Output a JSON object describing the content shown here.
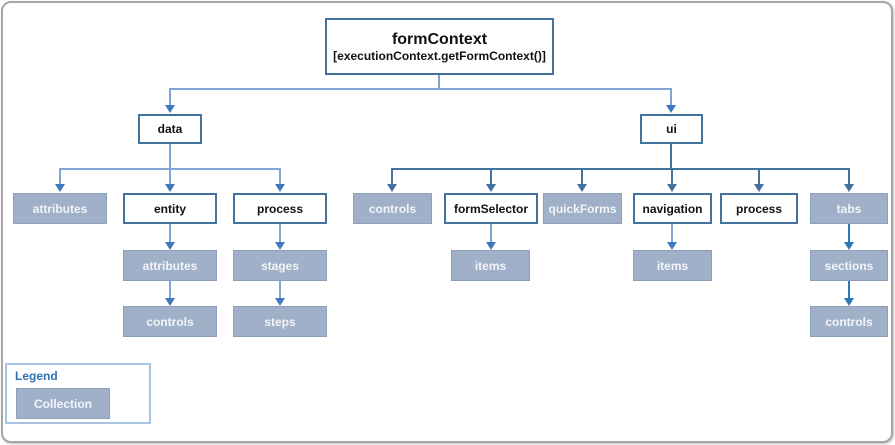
{
  "colors": {
    "canvasBorder": "#A6A6A6",
    "boxBorder": "#41719C",
    "collectionFill": "#9FB0C8",
    "collectionBorder": "#8C9FBB",
    "collectionText": "#F2F4F8",
    "lineLight": "#7EA5D6",
    "arrowLight": "#3E78C0",
    "lineDark": "#41719C",
    "lineMid": "#2E75B6",
    "legendBorder": "#A9C4E2",
    "legendTitle": "#2E74B5"
  },
  "root": {
    "title": "formContext",
    "subtitle": "[executionContext.getFormContext()]"
  },
  "nodes": {
    "data": {
      "label": "data",
      "type": "object",
      "parent": "formContext"
    },
    "ui": {
      "label": "ui",
      "type": "object",
      "parent": "formContext"
    },
    "data_attributes": {
      "label": "attributes",
      "type": "collection",
      "parent": "data"
    },
    "entity": {
      "label": "entity",
      "type": "object",
      "parent": "data"
    },
    "data_process": {
      "label": "process",
      "type": "object",
      "parent": "data"
    },
    "entity_attributes": {
      "label": "attributes",
      "type": "collection",
      "parent": "entity"
    },
    "entity_controls": {
      "label": "controls",
      "type": "collection",
      "parent": "entity.attributes"
    },
    "process_stages": {
      "label": "stages",
      "type": "collection",
      "parent": "data.process"
    },
    "process_steps": {
      "label": "steps",
      "type": "collection",
      "parent": "process.stages"
    },
    "ui_controls": {
      "label": "controls",
      "type": "collection",
      "parent": "ui"
    },
    "formSelector": {
      "label": "formSelector",
      "type": "object",
      "parent": "ui"
    },
    "formSelector_items": {
      "label": "items",
      "type": "collection",
      "parent": "formSelector"
    },
    "quickForms": {
      "label": "quickForms",
      "type": "collection",
      "parent": "ui"
    },
    "navigation": {
      "label": "navigation",
      "type": "object",
      "parent": "ui"
    },
    "navigation_items": {
      "label": "items",
      "type": "collection",
      "parent": "navigation"
    },
    "ui_process": {
      "label": "process",
      "type": "object",
      "parent": "ui"
    },
    "tabs": {
      "label": "tabs",
      "type": "collection",
      "parent": "ui"
    },
    "tabs_sections": {
      "label": "sections",
      "type": "collection",
      "parent": "tabs"
    },
    "sections_controls": {
      "label": "controls",
      "type": "collection",
      "parent": "tabs.sections"
    }
  },
  "legend": {
    "title": "Legend",
    "items": [
      {
        "label": "Collection",
        "style": "collection"
      }
    ]
  }
}
